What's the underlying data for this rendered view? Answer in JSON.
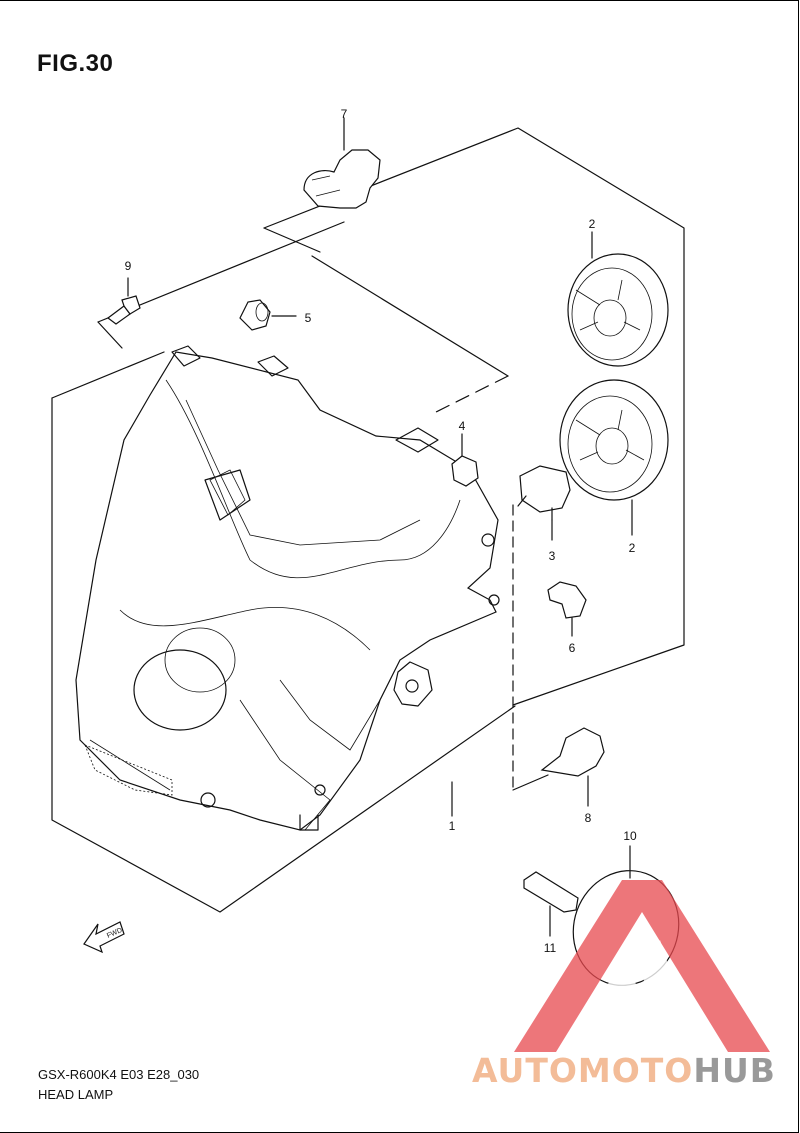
{
  "figure": {
    "title": "FIG.30",
    "model_code": "GSX-R600K4 E03 E28_030",
    "section_name": "HEAD LAMP",
    "fwd_marker": "FWD"
  },
  "callouts": [
    {
      "number": "1"
    },
    {
      "number": "2"
    },
    {
      "number": "2"
    },
    {
      "number": "3"
    },
    {
      "number": "4"
    },
    {
      "number": "5"
    },
    {
      "number": "6"
    },
    {
      "number": "7"
    },
    {
      "number": "8"
    },
    {
      "number": "9"
    },
    {
      "number": "10"
    },
    {
      "number": "11"
    }
  ],
  "watermark": {
    "text_part1": "AUTOMOTO",
    "text_part2": "HUB",
    "color_part1": "#f2b38a",
    "color_part2": "#8c8c8c",
    "logo_color": "#e8484d"
  }
}
